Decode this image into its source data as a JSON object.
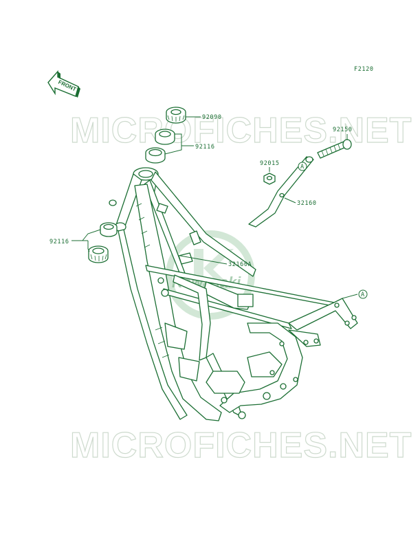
{
  "diagram": {
    "figure_code": "F2120",
    "front_label": "FRONT",
    "watermark": "MICROFICHES.NET",
    "brand_logo": "Kawasaki",
    "callouts": {
      "p92090": "92090",
      "p92116_top": "92116",
      "p92116_left": "92116",
      "p92150": "92150",
      "p92015": "92015",
      "p32160": "32160",
      "p32160a": "32160A",
      "ref_a1": "A",
      "ref_a2": "A"
    }
  }
}
